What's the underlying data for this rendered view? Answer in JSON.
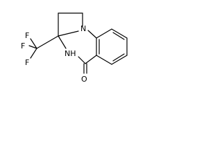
{
  "molecule": {
    "atoms": {
      "F_left": "F",
      "F_top": "F",
      "F_bottom": "F",
      "N_ring": "N",
      "NH": "NH",
      "O": "O"
    }
  }
}
